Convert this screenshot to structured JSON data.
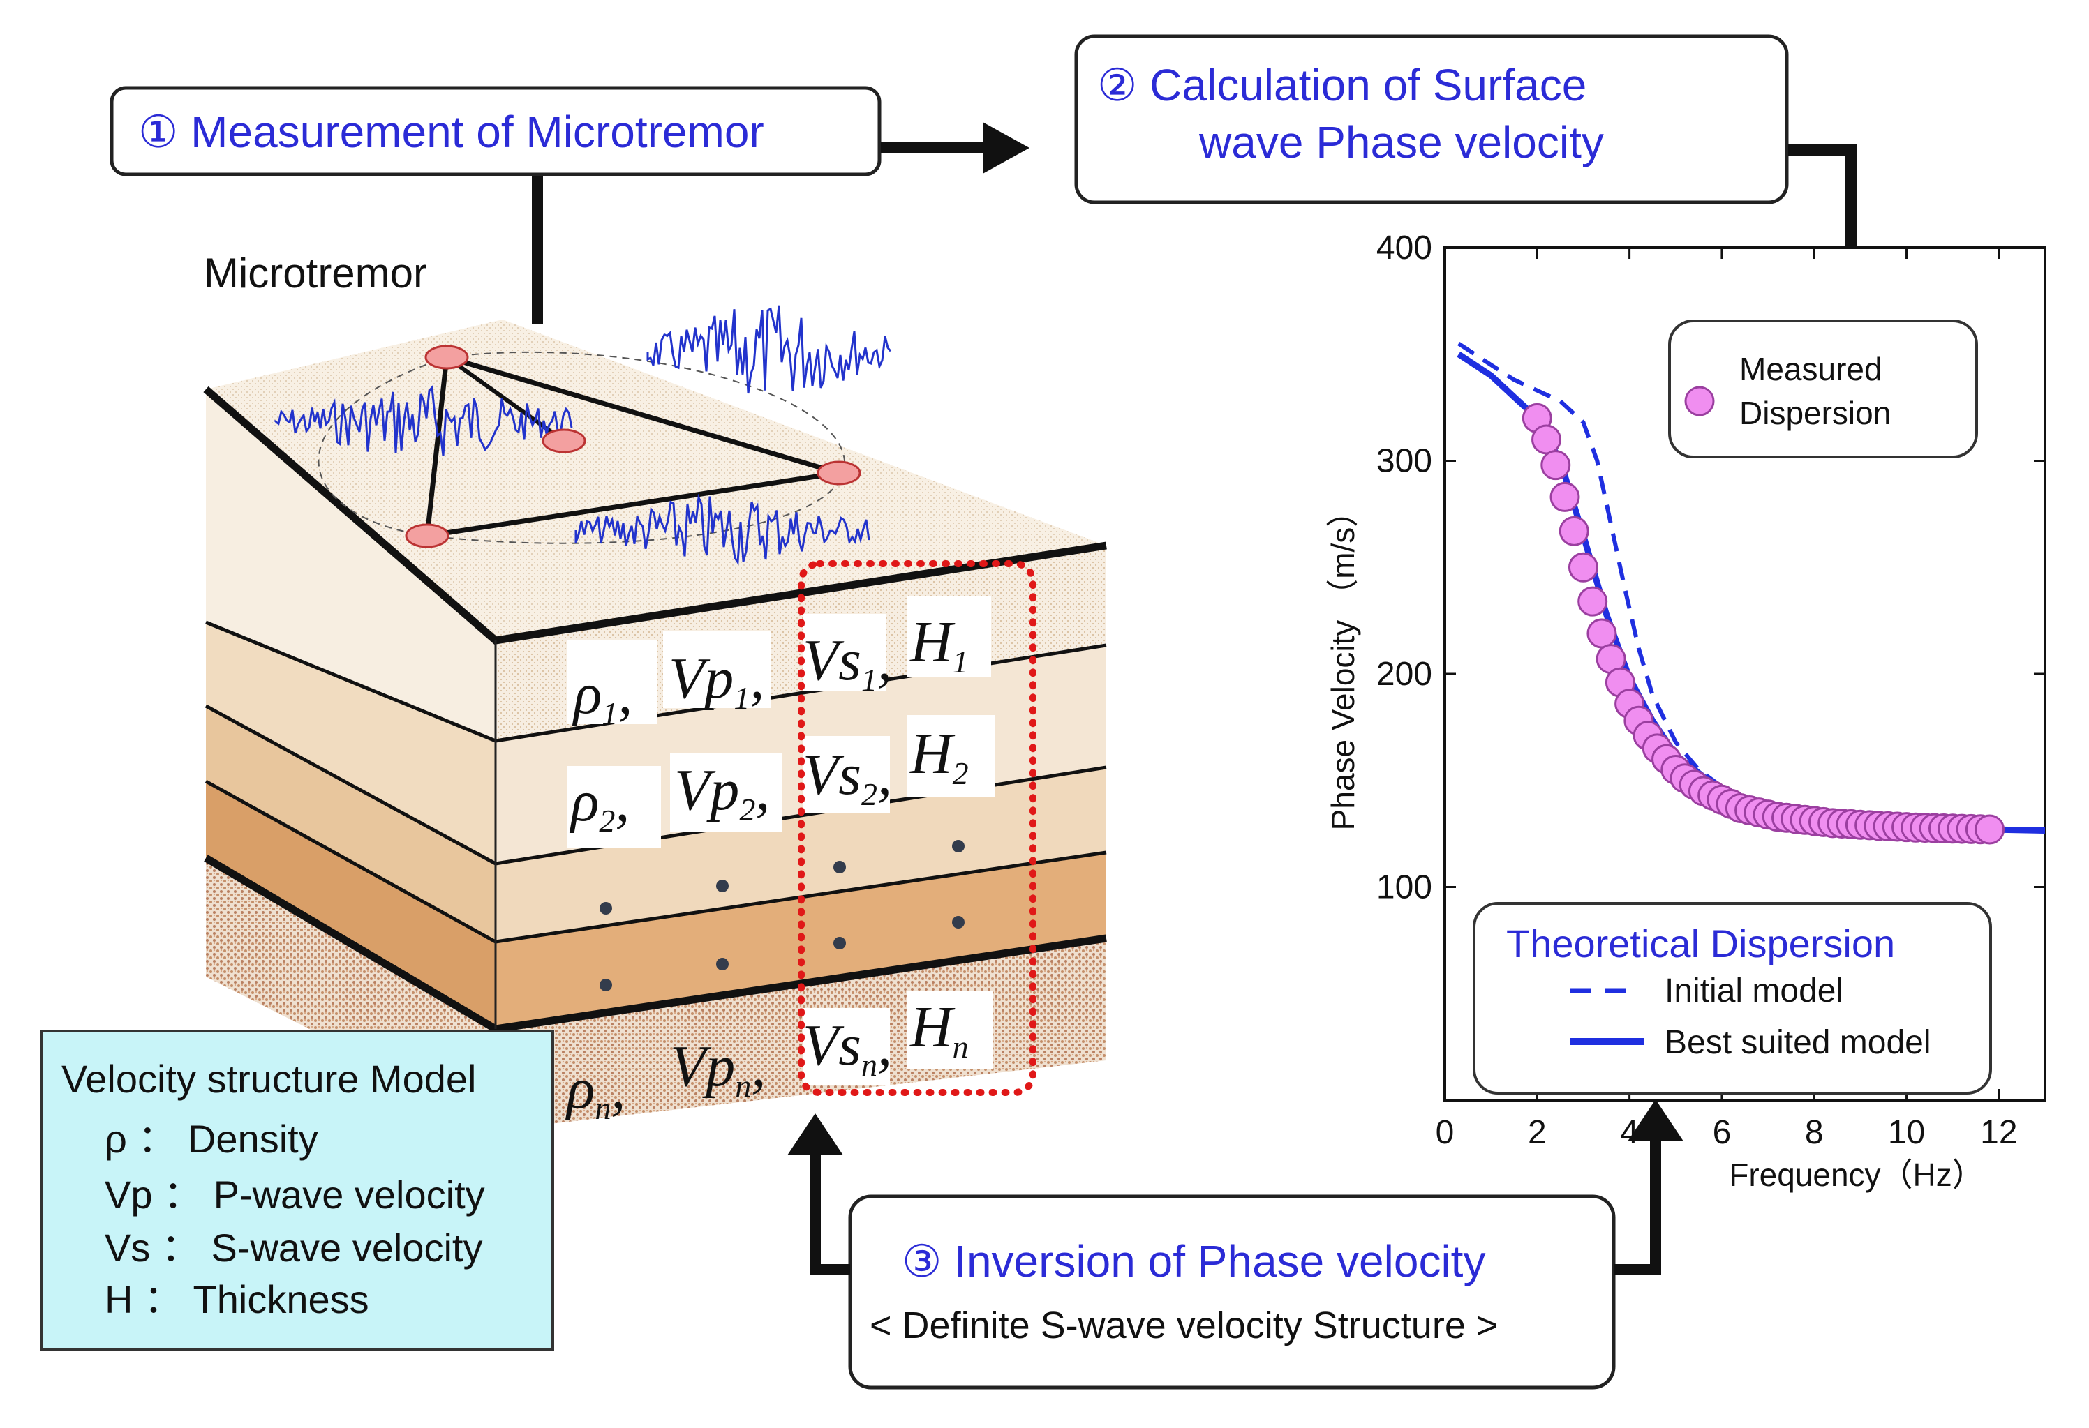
{
  "step1": {
    "label": "① Measurement of  Microtremor"
  },
  "step2": {
    "line1": "② Calculation of  Surface",
    "line2": "wave Phase velocity"
  },
  "step3": {
    "line1": "③ Inversion of Phase velocity",
    "line2": "< Definite S-wave velocity Structure >"
  },
  "microtremor_label": "Microtremor",
  "layers": [
    {
      "rho": "ρ",
      "sub": "1",
      "vp": "Vp",
      "vs": "Vs",
      "h": "H"
    },
    {
      "rho": "ρ",
      "sub": "2",
      "vp": "Vp",
      "vs": "Vs",
      "h": "H"
    },
    {
      "rho": "ρ",
      "sub": "n",
      "vp": "Vp",
      "vs": "Vs",
      "h": "H"
    }
  ],
  "model_box": {
    "title": "Velocity structure Model",
    "items": [
      "ρ ： Density",
      "Vp ： P-wave velocity",
      "Vs ： S-wave velocity",
      "H  ： Thickness"
    ]
  },
  "legend_measured": {
    "line1": "Measured",
    "line2": "Dispersion"
  },
  "legend_theoretical": {
    "title": "Theoretical Dispersion",
    "initial": "Initial model",
    "best": "Best suited model"
  },
  "colors": {
    "blue_text": "#2b2bd6",
    "curve_blue": "#1f2fe0",
    "marker_fill": "#f08ef0",
    "marker_stroke": "#9b3fa0",
    "model_box_bg": "#c8f4f8",
    "dotted_frame": "#e01818",
    "station": "#f3a0a0",
    "seismogram": "#2233cc"
  },
  "chart_data": {
    "type": "line",
    "xlabel": "Frequency（Hz）",
    "ylabel": "Phase Velocity （m/s）",
    "xlim": [
      0,
      13
    ],
    "ylim": [
      0,
      400
    ],
    "xticks": [
      0,
      2,
      4,
      6,
      8,
      10,
      12
    ],
    "yticks": [
      100,
      200,
      300,
      400
    ],
    "series": [
      {
        "name": "Measured Dispersion",
        "style": "markers",
        "x": [
          2.0,
          2.2,
          2.4,
          2.6,
          2.8,
          3.0,
          3.2,
          3.4,
          3.6,
          3.8,
          4.0,
          4.2,
          4.4,
          4.6,
          4.8,
          5.0,
          5.2,
          5.4,
          5.6,
          5.8,
          6.0,
          6.2,
          6.4,
          6.6,
          6.8,
          7.0,
          7.2,
          7.4,
          7.6,
          7.8,
          8.0,
          8.2,
          8.4,
          8.6,
          8.8,
          9.0,
          9.2,
          9.4,
          9.6,
          9.8,
          10.0,
          10.2,
          10.4,
          10.6,
          10.8,
          11.0,
          11.2,
          11.4,
          11.6,
          11.8
        ],
        "y": [
          320,
          310,
          298,
          283,
          267,
          250,
          234,
          219,
          207,
          196,
          186,
          178,
          171,
          165,
          160,
          155,
          151,
          148,
          145,
          143,
          141,
          139,
          137,
          136,
          135,
          134,
          133,
          132.5,
          132,
          131.5,
          131,
          130.5,
          130,
          129.8,
          129.5,
          129.2,
          129,
          128.7,
          128.5,
          128.3,
          128.1,
          127.9,
          127.8,
          127.6,
          127.5,
          127.4,
          127.3,
          127.2,
          127.1,
          127
        ]
      },
      {
        "name": "Initial model",
        "style": "dashed",
        "x": [
          0.3,
          1.0,
          1.5,
          2.0,
          2.5,
          3.0,
          3.3,
          3.6,
          3.9,
          4.2,
          4.5,
          5.0,
          5.5,
          6.0,
          6.5,
          7.0,
          7.5,
          8.0,
          9.0,
          10.0,
          11.0,
          12.0
        ],
        "y": [
          355,
          345,
          338,
          333,
          328,
          318,
          300,
          270,
          240,
          212,
          190,
          168,
          155,
          147,
          142,
          138,
          135,
          133,
          130,
          128.5,
          127.5,
          127
        ]
      },
      {
        "name": "Best suited model",
        "style": "solid",
        "x": [
          0.3,
          1.0,
          1.5,
          2.0,
          2.5,
          3.0,
          3.5,
          4.0,
          4.5,
          5.0,
          6.0,
          7.0,
          8.0,
          9.0,
          10.0,
          11.0,
          11.8,
          12.5,
          13.0
        ],
        "y": [
          350,
          340,
          330,
          320,
          300,
          265,
          228,
          198,
          178,
          162,
          145,
          137,
          132,
          130,
          128.5,
          127.6,
          127,
          126.7,
          126.5
        ]
      }
    ]
  }
}
